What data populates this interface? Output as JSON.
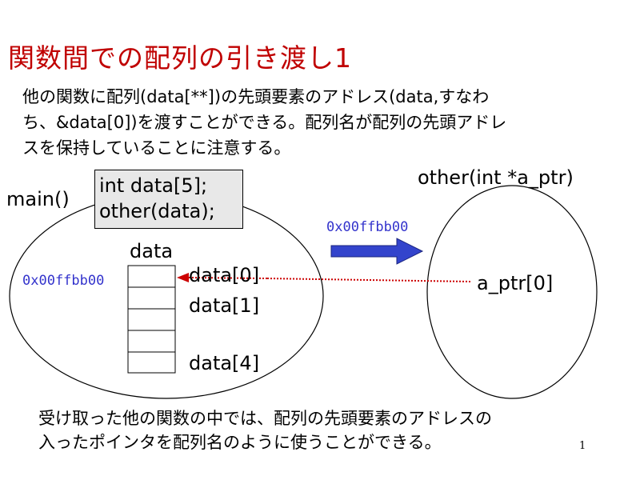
{
  "slide": {
    "title": "関数間での配列の引き渡し1",
    "intro_lines": [
      "他の関数に配列(data[**])の先頭要素のアドレス(data,すなわ",
      "ち、&data[0])を渡すことができる。配列名が配列の先頭アドレ",
      "スを保持していることに注意する。"
    ],
    "outro_lines": [
      "受け取った他の関数の中では、配列の先頭要素のアドレスの",
      "入ったポインタを配列名のように使うことができる。"
    ],
    "page_number": "1"
  },
  "diagram": {
    "main_label": "main()",
    "code_lines": [
      "int data[5];",
      "other(data);"
    ],
    "array_name": "data",
    "array_address": "0x00ffbb00",
    "element_labels": [
      "data[0]",
      "data[1]",
      "data[4]"
    ],
    "array_cell_count": 5,
    "other_label": "other(int *a_ptr)",
    "passed_value": "0x00ffbb00",
    "pointer_label": "a_ptr[0]",
    "colors": {
      "title": "#c00000",
      "address": "#3333cc",
      "arrow_fill": "#3344cc",
      "pointer_line": "#cc0000",
      "code_box": "#e8e8e8"
    }
  }
}
